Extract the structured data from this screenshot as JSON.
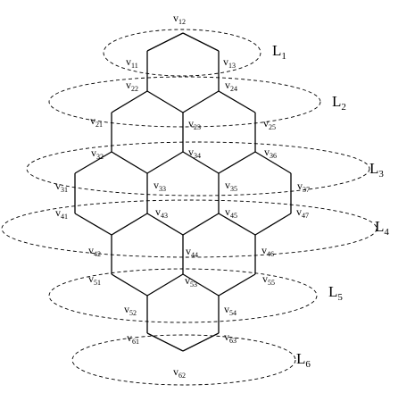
{
  "layers": [
    {
      "id": "L1",
      "letter": "L",
      "index": "1"
    },
    {
      "id": "L2",
      "letter": "L",
      "index": "2"
    },
    {
      "id": "L3",
      "letter": "L",
      "index": "3"
    },
    {
      "id": "L4",
      "letter": "L",
      "index": "4"
    },
    {
      "id": "L5",
      "letter": "L",
      "index": "5"
    },
    {
      "id": "L6",
      "letter": "L",
      "index": "6"
    }
  ],
  "vertices": [
    {
      "id": "v12",
      "letter": "v",
      "index": "12"
    },
    {
      "id": "v11",
      "letter": "v",
      "index": "11"
    },
    {
      "id": "v13",
      "letter": "v",
      "index": "13"
    },
    {
      "id": "v22",
      "letter": "v",
      "index": "22"
    },
    {
      "id": "v24",
      "letter": "v",
      "index": "24"
    },
    {
      "id": "v21",
      "letter": "v",
      "index": "21"
    },
    {
      "id": "v23",
      "letter": "v",
      "index": "23"
    },
    {
      "id": "v25",
      "letter": "v",
      "index": "25"
    },
    {
      "id": "v32",
      "letter": "v",
      "index": "32"
    },
    {
      "id": "v34",
      "letter": "v",
      "index": "34"
    },
    {
      "id": "v36",
      "letter": "v",
      "index": "36"
    },
    {
      "id": "v31",
      "letter": "v",
      "index": "31"
    },
    {
      "id": "v33",
      "letter": "v",
      "index": "33"
    },
    {
      "id": "v35",
      "letter": "v",
      "index": "35"
    },
    {
      "id": "v37",
      "letter": "v",
      "index": "37"
    },
    {
      "id": "v41",
      "letter": "v",
      "index": "41"
    },
    {
      "id": "v43",
      "letter": "v",
      "index": "43"
    },
    {
      "id": "v45",
      "letter": "v",
      "index": "45"
    },
    {
      "id": "v47",
      "letter": "v",
      "index": "47"
    },
    {
      "id": "v42",
      "letter": "v",
      "index": "42"
    },
    {
      "id": "v44",
      "letter": "v",
      "index": "44"
    },
    {
      "id": "v46",
      "letter": "v",
      "index": "46"
    },
    {
      "id": "v51",
      "letter": "v",
      "index": "51"
    },
    {
      "id": "v53",
      "letter": "v",
      "index": "53"
    },
    {
      "id": "v55",
      "letter": "v",
      "index": "55"
    },
    {
      "id": "v52",
      "letter": "v",
      "index": "52"
    },
    {
      "id": "v54",
      "letter": "v",
      "index": "54"
    },
    {
      "id": "v61",
      "letter": "v",
      "index": "61"
    },
    {
      "id": "v63",
      "letter": "v",
      "index": "63"
    },
    {
      "id": "v62",
      "letter": "v",
      "index": "62"
    }
  ],
  "edges": [
    [
      "v12",
      "v11"
    ],
    [
      "v12",
      "v13"
    ],
    [
      "v11",
      "v22"
    ],
    [
      "v13",
      "v24"
    ],
    [
      "v22",
      "v21"
    ],
    [
      "v22",
      "v23"
    ],
    [
      "v24",
      "v23"
    ],
    [
      "v24",
      "v25"
    ],
    [
      "v21",
      "v32"
    ],
    [
      "v23",
      "v34"
    ],
    [
      "v25",
      "v36"
    ],
    [
      "v32",
      "v31"
    ],
    [
      "v32",
      "v33"
    ],
    [
      "v34",
      "v33"
    ],
    [
      "v34",
      "v35"
    ],
    [
      "v36",
      "v35"
    ],
    [
      "v36",
      "v37"
    ],
    [
      "v31",
      "v41"
    ],
    [
      "v33",
      "v43"
    ],
    [
      "v35",
      "v45"
    ],
    [
      "v37",
      "v47"
    ],
    [
      "v41",
      "v42"
    ],
    [
      "v43",
      "v42"
    ],
    [
      "v43",
      "v44"
    ],
    [
      "v45",
      "v44"
    ],
    [
      "v45",
      "v46"
    ],
    [
      "v47",
      "v46"
    ],
    [
      "v42",
      "v51"
    ],
    [
      "v44",
      "v53"
    ],
    [
      "v46",
      "v55"
    ],
    [
      "v51",
      "v52"
    ],
    [
      "v53",
      "v52"
    ],
    [
      "v53",
      "v54"
    ],
    [
      "v55",
      "v54"
    ],
    [
      "v52",
      "v61"
    ],
    [
      "v54",
      "v63"
    ],
    [
      "v61",
      "v62"
    ],
    [
      "v63",
      "v62"
    ]
  ]
}
